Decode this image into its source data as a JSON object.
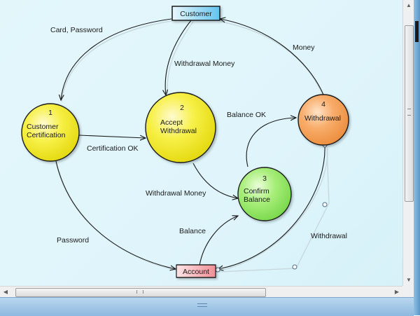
{
  "entities": {
    "customer": "Customer",
    "account": "Account"
  },
  "processes": [
    {
      "number": "1",
      "lines": [
        "Customer",
        "Certification"
      ]
    },
    {
      "number": "2",
      "lines": [
        "Accept",
        "Withdrawal"
      ]
    },
    {
      "number": "3",
      "lines": [
        "Confirm",
        "Balance"
      ]
    },
    {
      "number": "4",
      "lines": [
        "Withdrawal"
      ]
    }
  ],
  "flows": {
    "card_password": "Card, Password",
    "withdrawal_money_top": "Withdrawal Money",
    "money": "Money",
    "balance_ok": "Balance OK",
    "certification_ok": "Certification OK",
    "withdrawal_money_mid": "Withdrawal Money",
    "balance": "Balance",
    "password": "Password",
    "withdrawal": "Withdrawal"
  },
  "colors": {
    "process_yellow": "#f5ee3a",
    "process_green": "#9ee86e",
    "process_orange": "#f7a462",
    "customer_box": "#7fd0f2",
    "account_box": "#f4a3a8",
    "canvas": "#dff5fb"
  },
  "icons": {
    "scroll_up": "▲",
    "scroll_down": "▼",
    "scroll_left": "◀",
    "scroll_right": "▶"
  }
}
